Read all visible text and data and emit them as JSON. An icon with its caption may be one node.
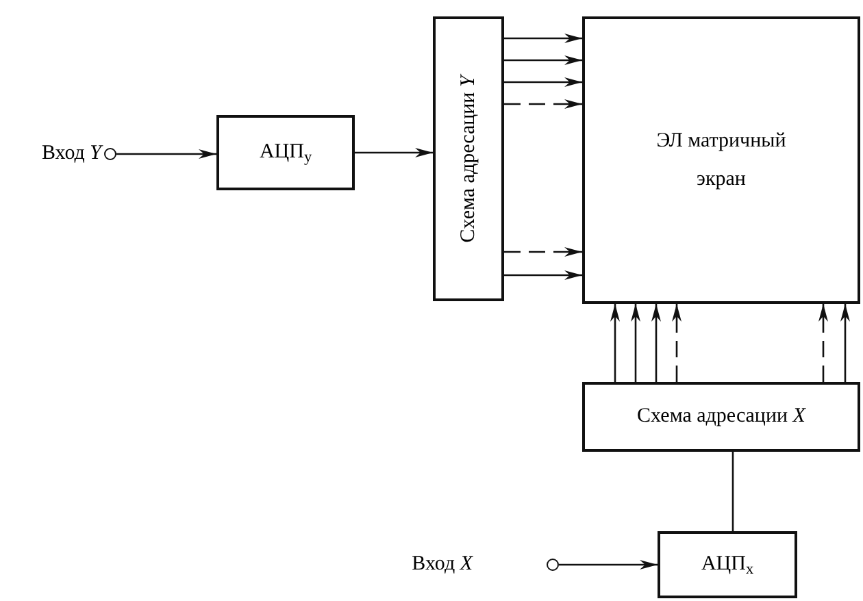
{
  "diagram": {
    "nodes": [
      {
        "text": [],
        "shape": "circle",
        "beside": [
          "Вход *Y*"
        ]
      },
      {
        "text": [
          "АЦП$_{у}$"
        ]
      },
      {
        "text": [
          "Схема адресации *Y*"
        ]
      },
      {
        "text": [
          "ЭЛ матричный экран"
        ]
      },
      {
        "text": [
          "Схема адресации *X*"
        ]
      },
      {
        "text": [
          "АЦП$_{x}$"
        ]
      },
      {
        "text": [],
        "shape": "circle",
        "beside": [
          "Вход *X*"
        ]
      }
    ],
    "edges": [
      {
        "from": 0,
        "to": 1,
        "arrow": "to"
      },
      {
        "from": 1,
        "to": 2,
        "arrow": "to"
      },
      {
        "from": 2,
        "to": 3,
        "arrow": "to"
      },
      {
        "from": 2,
        "to": 3,
        "arrow": "to"
      },
      {
        "from": 2,
        "to": 3,
        "arrow": "to"
      },
      {
        "from": 2,
        "to": 3,
        "arrow": "to",
        "style": "dashed"
      },
      {
        "from": 2,
        "to": 3,
        "arrow": "to",
        "style": "dashed"
      },
      {
        "from": 2,
        "to": 3,
        "arrow": "to"
      },
      {
        "from": 4,
        "to": 3,
        "arrow": "to"
      },
      {
        "from": 4,
        "to": 3,
        "arrow": "to"
      },
      {
        "from": 4,
        "to": 3,
        "arrow": "to"
      },
      {
        "from": 4,
        "to": 3,
        "arrow": "to",
        "style": "dashed"
      },
      {
        "from": 4,
        "to": 3,
        "arrow": "to",
        "style": "dashed"
      },
      {
        "from": 4,
        "to": 3,
        "arrow": "to"
      },
      {
        "from": 5,
        "to": 4,
        "arrow": "none"
      },
      {
        "from": 6,
        "to": 5,
        "arrow": "to"
      }
    ]
  }
}
